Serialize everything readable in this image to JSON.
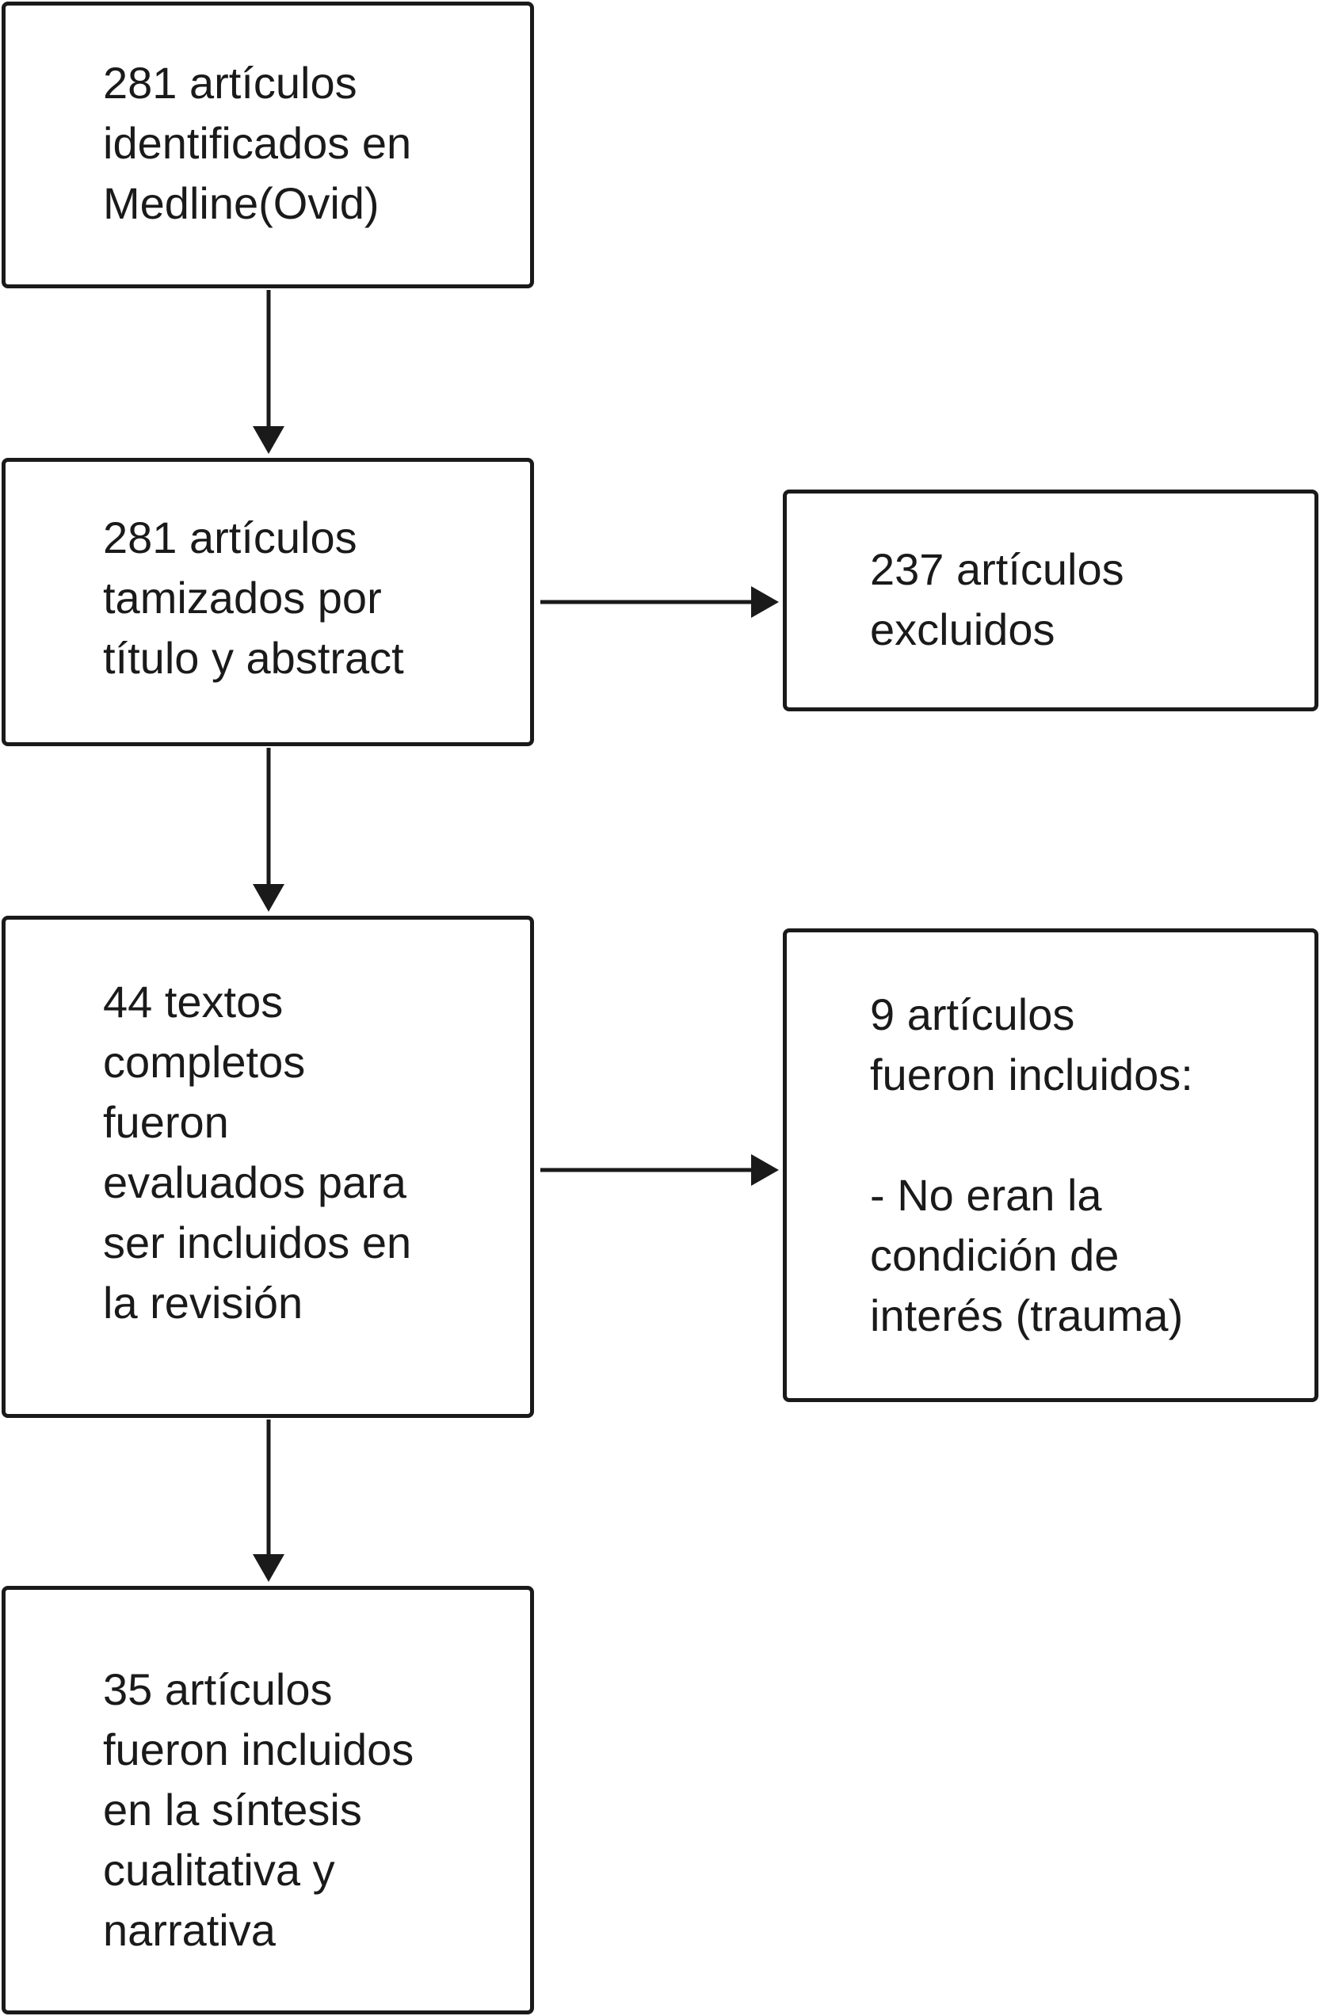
{
  "boxes": {
    "identified": "281 artículos\nidentificados en\nMedline(Ovid)",
    "screened": "281 artículos\ntamizados por\ntítulo y abstract",
    "excluded": "237 artículos\nexcluidos",
    "fulltext": "44 textos\ncompletos\nfueron\nevaluados para\nser incluidos en\nla revisión",
    "fulltext_excluded": "9 artículos\nfueron incluidos:\n\n- No eran la\ncondición de\ninterés (trauma)",
    "included": "35 artículos\nfueron incluidos\nen la síntesis\ncualitativa y\nnarrativa"
  },
  "colors": {
    "stroke": "#1a1a1a",
    "background": "#ffffff"
  }
}
